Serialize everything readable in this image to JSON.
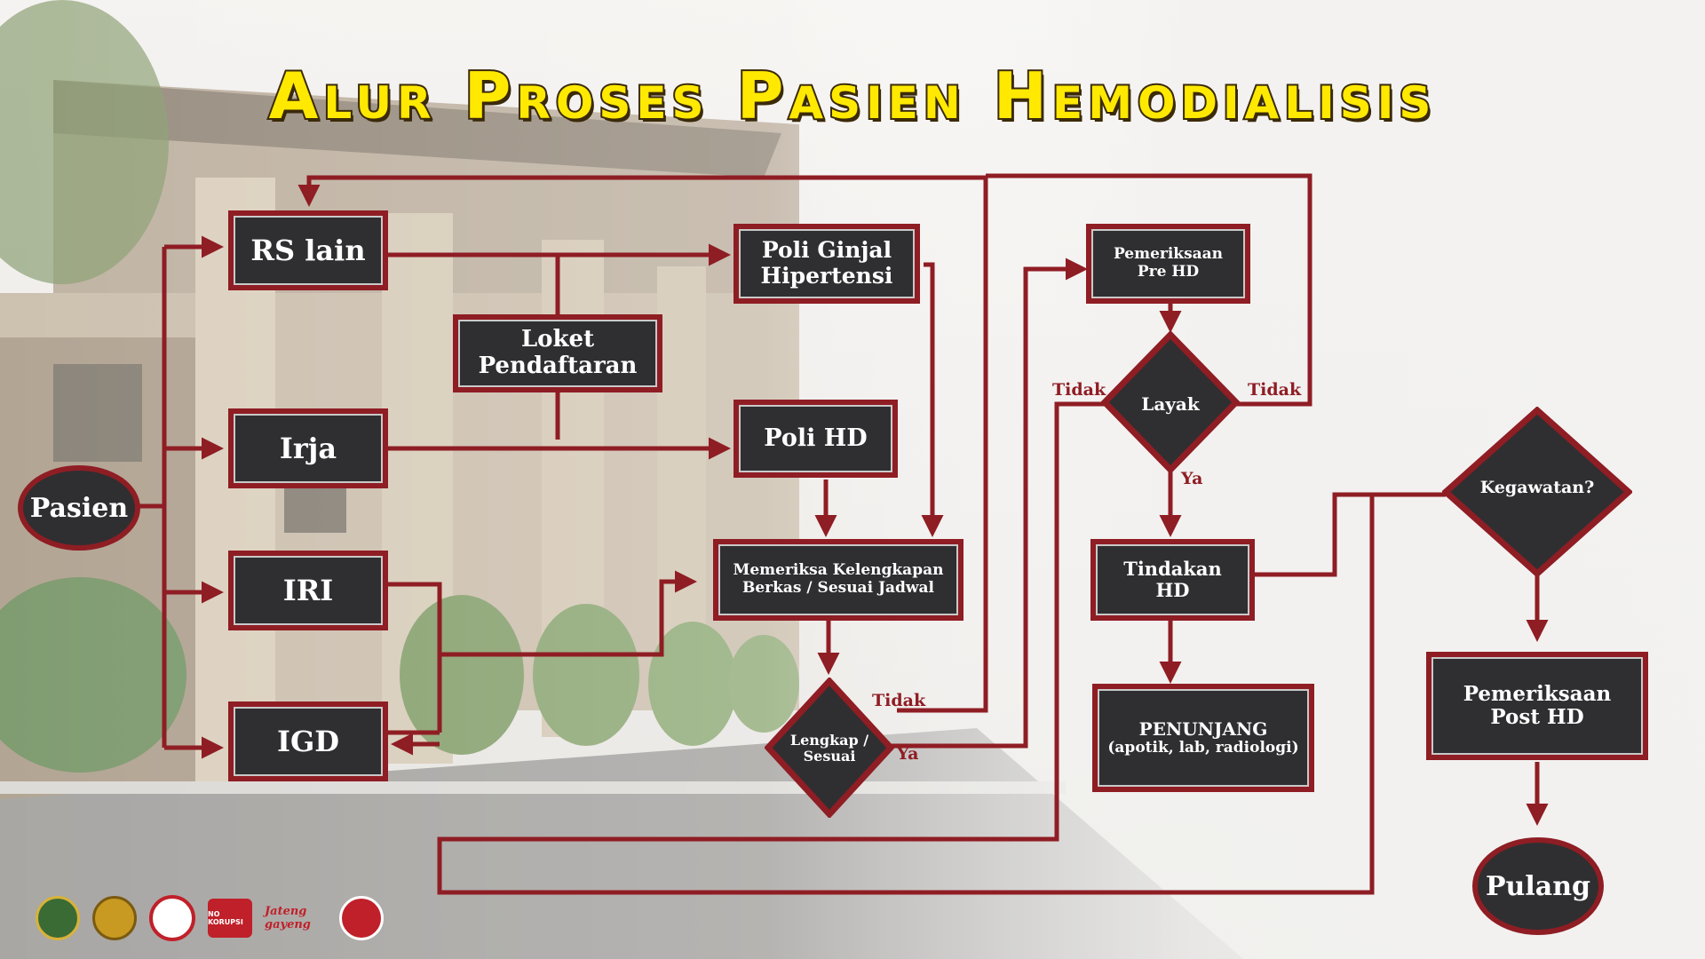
{
  "title": "Alur Proses Pasien Hemodialisis",
  "colors": {
    "accent": "#8f1d24",
    "box_fill": "#2f2f31",
    "title": "#ffe900"
  },
  "nodes": {
    "pasien": "Pasien",
    "rs_lain": "RS lain",
    "irja": "Irja",
    "iri": "IRI",
    "igd": "IGD",
    "loket_pendaftaran": "Loket Pendaftaran",
    "poli_ginjal": "Poli Ginjal Hipertensi",
    "poli_hd": "Poli HD",
    "memeriksa": "Memeriksa Kelengkapan Berkas / Sesuai Jadwal",
    "lengkap": "Lengkap / Sesuai",
    "pemeriksaan_pre_hd": "Pemeriksaan Pre HD",
    "layak": "Layak",
    "tindakan_hd": "Tindakan HD",
    "penunjang": "PENUNJANG",
    "penunjang_sub": "(apotik, lab, radiologi)",
    "kegawatan": "Kegawatan?",
    "post_hd": "Pemeriksaan Post HD",
    "pulang": "Pulang"
  },
  "edge_labels": {
    "tidak_lengkap": "Tidak",
    "ya_lengkap": "Ya",
    "tidak_layak_left": "Tidak",
    "tidak_layak_right": "Tidak",
    "ya_layak": "Ya"
  },
  "logos": [
    "jateng-seal-logo",
    "provincial-emblem-logo",
    "rsud-logo",
    "no-korupsi-logo",
    "jateng-gayeng-logo",
    "ayo-ke-posyandu-logo"
  ],
  "logo_texts": {
    "no_korupsi": "NO KORUPSI",
    "jateng_gayeng": "Jateng gayeng"
  }
}
